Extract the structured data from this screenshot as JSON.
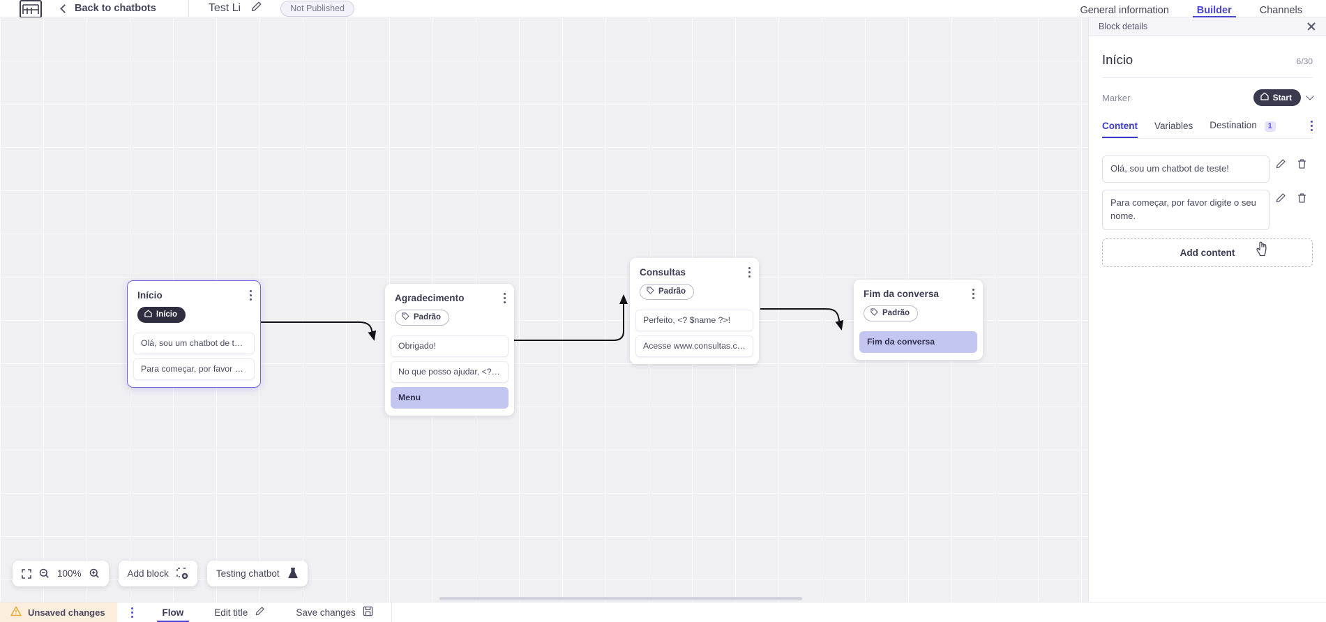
{
  "header": {
    "logo_alt": "app-logo",
    "back_label": "Back to chatbots",
    "bot_name": "Test Li",
    "publish_badge": "Not Published",
    "tabs": [
      {
        "label": "General information",
        "active": false
      },
      {
        "label": "Builder",
        "active": true
      },
      {
        "label": "Channels",
        "active": false
      }
    ]
  },
  "canvas": {
    "zoom_level": "100%",
    "add_block_label": "Add block",
    "testing_label": "Testing chatbot",
    "blocks": [
      {
        "title": "Início",
        "tag": "Início",
        "tag_type": "start",
        "selected": true,
        "messages": [
          {
            "text": "Olá, sou um chatbot de teste!",
            "highlight": false
          },
          {
            "text": "Para começar, por favor digite o ...",
            "highlight": false
          }
        ]
      },
      {
        "title": "Agradecimento",
        "tag": "Padrão",
        "tag_type": "default",
        "selected": false,
        "messages": [
          {
            "text": "Obrigado!",
            "highlight": false
          },
          {
            "text": "No que posso ajudar, <? $name ...",
            "highlight": false
          },
          {
            "text": "Menu",
            "highlight": true
          }
        ]
      },
      {
        "title": "Consultas",
        "tag": "Padrão",
        "tag_type": "default",
        "selected": false,
        "messages": [
          {
            "text": "Perfeito, <? $name ?>!",
            "highlight": false
          },
          {
            "text": "Acesse www.consultas.com par...",
            "highlight": false
          }
        ]
      },
      {
        "title": "Fim da conversa",
        "tag": "Padrão",
        "tag_type": "default",
        "selected": false,
        "messages": [
          {
            "text": "Fim da conversa",
            "highlight": true
          }
        ]
      }
    ]
  },
  "panel": {
    "bar_label": "Block details",
    "title": "Início",
    "count": "6/30",
    "marker_label": "Marker",
    "marker_value": "Start",
    "tabs": [
      {
        "label": "Content",
        "badge": "",
        "active": true
      },
      {
        "label": "Variables",
        "badge": "",
        "active": false
      },
      {
        "label": "Destination",
        "badge": "1",
        "active": false
      }
    ],
    "contents": [
      {
        "text": "Olá, sou um chatbot de teste!"
      },
      {
        "text": "Para começar, por favor digite o seu nome."
      }
    ],
    "add_content_label": "Add content"
  },
  "statusbar": {
    "unsaved_label": "Unsaved changes",
    "flow_label": "Flow",
    "edit_title_label": "Edit title",
    "save_label": "Save changes"
  },
  "colors": {
    "accent": "#4b44d8",
    "dark_pill": "#3a3a4e",
    "highlight": "#c3c6f0",
    "warning_bg": "#fbeedd"
  }
}
